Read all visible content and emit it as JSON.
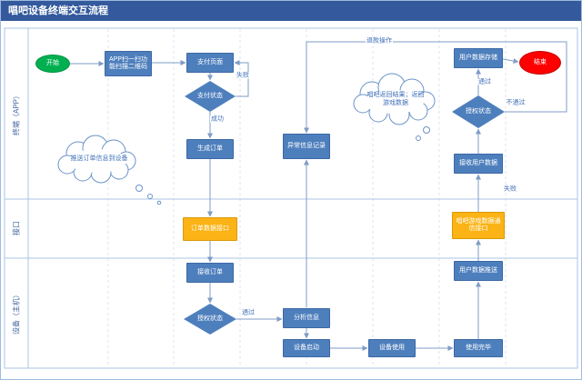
{
  "title": "唱吧设备终端交互流程",
  "lanes": [
    {
      "label": "终端（APP）"
    },
    {
      "label": "接口"
    },
    {
      "label": "设备（主机）"
    }
  ],
  "nodes": {
    "start": {
      "label": "开始"
    },
    "scan_qr": {
      "label": "APP扫一扫功能扫描二维码"
    },
    "payment_page": {
      "label": "支付页面"
    },
    "payment_status": {
      "label": "支付状态"
    },
    "create_order": {
      "label": "生成订单"
    },
    "exception_record": {
      "label": "异常信息记录"
    },
    "user_data_store": {
      "label": "用户数据存储"
    },
    "auth_status_app": {
      "label": "授权状态"
    },
    "receive_user_data": {
      "label": "接收用户数据"
    },
    "end": {
      "label": "结束"
    },
    "order_data_interface": {
      "label": "订单数据接口"
    },
    "game_data_interface": {
      "label": "唱吧游戏数据通信接口"
    },
    "receive_order": {
      "label": "接收订单"
    },
    "auth_status_device": {
      "label": "授权状态"
    },
    "analyze_info": {
      "label": "分析信息"
    },
    "device_start": {
      "label": "设备启动"
    },
    "device_use": {
      "label": "设备使用"
    },
    "use_complete": {
      "label": "使用完毕"
    },
    "user_data_push": {
      "label": "用户数据推送"
    }
  },
  "annotations": {
    "push_order_cloud": "推送订单信息到设备",
    "changba_result_cloud": "唱吧返回结果；返回游戏数据"
  },
  "edge_labels": {
    "success": "成功",
    "fail_payment": "失败",
    "pass_device": "通过",
    "pass_app": "通过",
    "not_pass": "不通过",
    "refund": "退款操作",
    "fail_data": "失败"
  },
  "colors": {
    "header": "#345A9D",
    "node_blue": "#4E7FBD",
    "node_orange": "#FBB315",
    "start_green": "#00B050",
    "end_red": "#FE0000",
    "connector": "#7F9CC6",
    "label_text": "#4170B8",
    "lane_border": "#A9C4E4"
  }
}
